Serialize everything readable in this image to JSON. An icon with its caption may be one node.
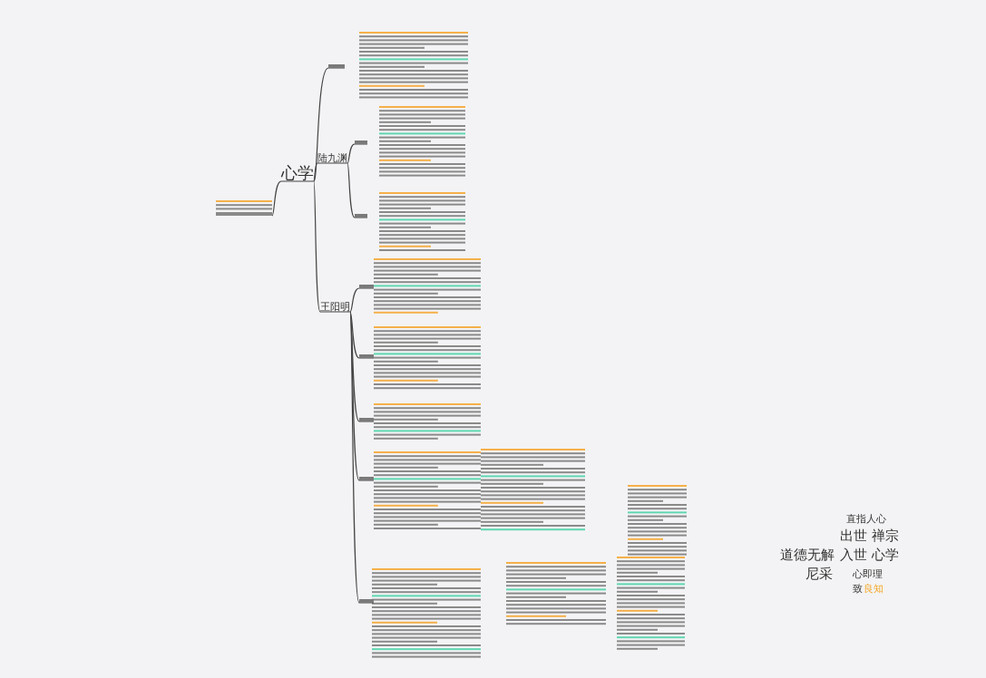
{
  "diagram": {
    "nodes": [
      {
        "text": [
          "心学"
        ]
      },
      {
        "text": [],
        "shape": "bar"
      },
      {
        "text": [],
        "shape": "bar"
      },
      {
        "text": [
          "陆九渊"
        ]
      },
      {
        "text": [],
        "shape": "bar"
      },
      {
        "text": [],
        "shape": "bar"
      },
      {
        "text": [
          "王阳明"
        ]
      },
      {
        "text": [],
        "shape": "bar"
      },
      {
        "text": [],
        "shape": "bar"
      },
      {
        "text": [],
        "shape": "bar"
      },
      {
        "text": [],
        "shape": "bar"
      },
      {
        "text": [],
        "shape": "bar"
      }
    ],
    "edges": [
      {
        "from": 1,
        "to": 0,
        "arrow": "none"
      },
      {
        "from": 0,
        "to": 2,
        "arrow": "none"
      },
      {
        "from": 0,
        "to": 3,
        "arrow": "none"
      },
      {
        "from": 3,
        "to": 4,
        "arrow": "none"
      },
      {
        "from": 3,
        "to": 5,
        "arrow": "none"
      },
      {
        "from": 0,
        "to": 6,
        "arrow": "none"
      },
      {
        "from": 6,
        "to": 7,
        "arrow": "none"
      },
      {
        "from": 6,
        "to": 8,
        "arrow": "none"
      },
      {
        "from": 6,
        "to": 9,
        "arrow": "none"
      },
      {
        "from": 6,
        "to": 10,
        "arrow": "none"
      },
      {
        "from": 6,
        "to": 11,
        "arrow": "none"
      }
    ],
    "labels": [
      "直指人心",
      "出世 禅宗",
      "道德无解",
      "入世 心学",
      "尼采",
      "心即理",
      "致",
      "良知"
    ]
  }
}
